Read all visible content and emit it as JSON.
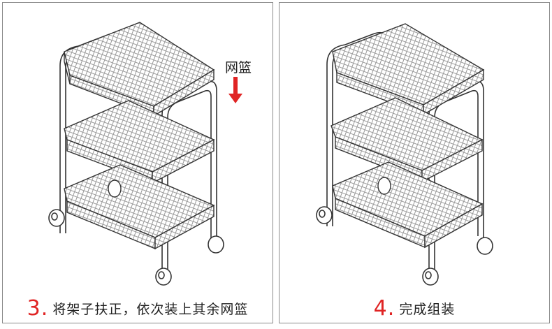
{
  "steps": [
    {
      "number": "3",
      "text": "将架子扶正，依次装上其余网篮",
      "callout": "网篮"
    },
    {
      "number": "4",
      "text": "完成组装"
    }
  ],
  "colors": {
    "accent": "#e02424",
    "line": "#333333",
    "border": "#8a8a8a"
  },
  "icons": [
    "cart-illustration",
    "down-arrow-icon"
  ]
}
